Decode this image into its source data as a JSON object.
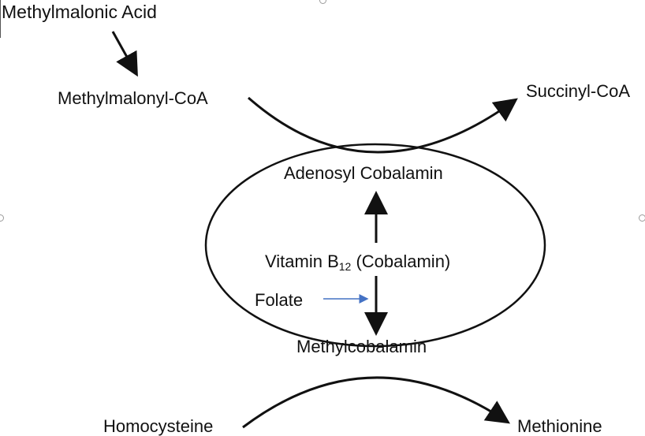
{
  "nodes": {
    "methylmalonic_acid": "Methylmalonic Acid",
    "methylmalonyl_coa": "Methylmalonyl-CoA",
    "succinyl_coa": "Succinyl-CoA",
    "adenosyl_cobalamin": "Adenosyl Cobalamin",
    "vitamin_b12_prefix": "Vitamin B",
    "vitamin_b12_sub": "12",
    "vitamin_b12_suffix": " (Cobalamin)",
    "folate": "Folate",
    "methylcobalamin": "Methylcobalamin",
    "homocysteine": "Homocysteine",
    "methionine": "Methionine"
  },
  "colors": {
    "line": "#111111",
    "folate_arrow": "#4472c4"
  }
}
